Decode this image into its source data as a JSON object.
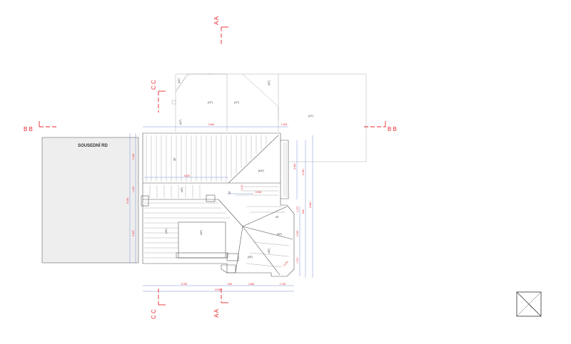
{
  "neighbor_label": "SOUSEDNÍ RD",
  "sections": {
    "aa_top": "A A",
    "aa_bottom": "A A",
    "bb_left": "B B",
    "bb_right": "B B",
    "cc_top": "C C",
    "cc_bottom": "C C"
  },
  "roof_labels": {
    "p1": "(12°)",
    "p2": "(12°)",
    "p3": "(12°)",
    "p4": "(12°)",
    "p5": "(12°)",
    "p6": "(12°)",
    "main_slope": "35°",
    "mid_left": "(40°)",
    "small_box": "40°",
    "lower_left": "(40°)",
    "lower_mid": "(40°)",
    "diag": "(8,5°)",
    "oct_top": "40°",
    "oct_right": "(40°)",
    "oct_left": "(40°)",
    "oct_bottom": "(40°)"
  },
  "dimensions": {
    "top_width": "9.460",
    "top_right": "1.000",
    "left_upper": "3.440",
    "left_mid": "1.230",
    "left_total": "9.250",
    "left_lower": "4.475",
    "inner_width": "6.520",
    "inner_mid": "0.940",
    "inner_small": "1.100",
    "right_upper": "4.440",
    "right_total": "4.780",
    "right_overall": "9.890",
    "right_645": "645",
    "oct_1": "1.070",
    "oct_2": "2.330",
    "oct_3": "1.710",
    "oct_4": "2.670",
    "bottom_1": "5.780",
    "bottom_2": "545",
    "bottom_3": "2.480",
    "bottom_4": "1.750",
    "bottom_total": "10.980"
  }
}
